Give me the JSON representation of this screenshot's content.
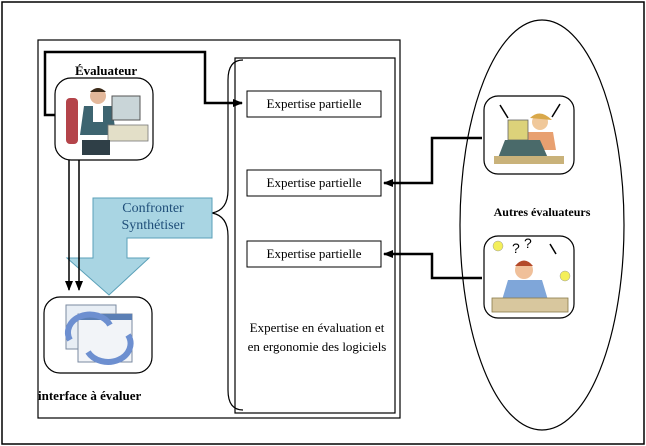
{
  "evaluator": {
    "label": "Évaluateur"
  },
  "interface": {
    "label": "interface à évaluer"
  },
  "arrow_text": {
    "line1": "Confronter",
    "line2": "Synthétiser"
  },
  "expertise_boxes": [
    {
      "label": "Expertise partielle"
    },
    {
      "label": "Expertise partielle"
    },
    {
      "label": "Expertise partielle"
    }
  ],
  "expertise_domain": {
    "text": "Expertise en évaluation et en ergonomie des logiciels"
  },
  "other_evaluators": {
    "label": "Autres évaluateurs"
  },
  "colors": {
    "arrow_fill": "#a9d5e3",
    "arrow_stroke": "#5aa0b8",
    "box_stroke": "#000000"
  }
}
